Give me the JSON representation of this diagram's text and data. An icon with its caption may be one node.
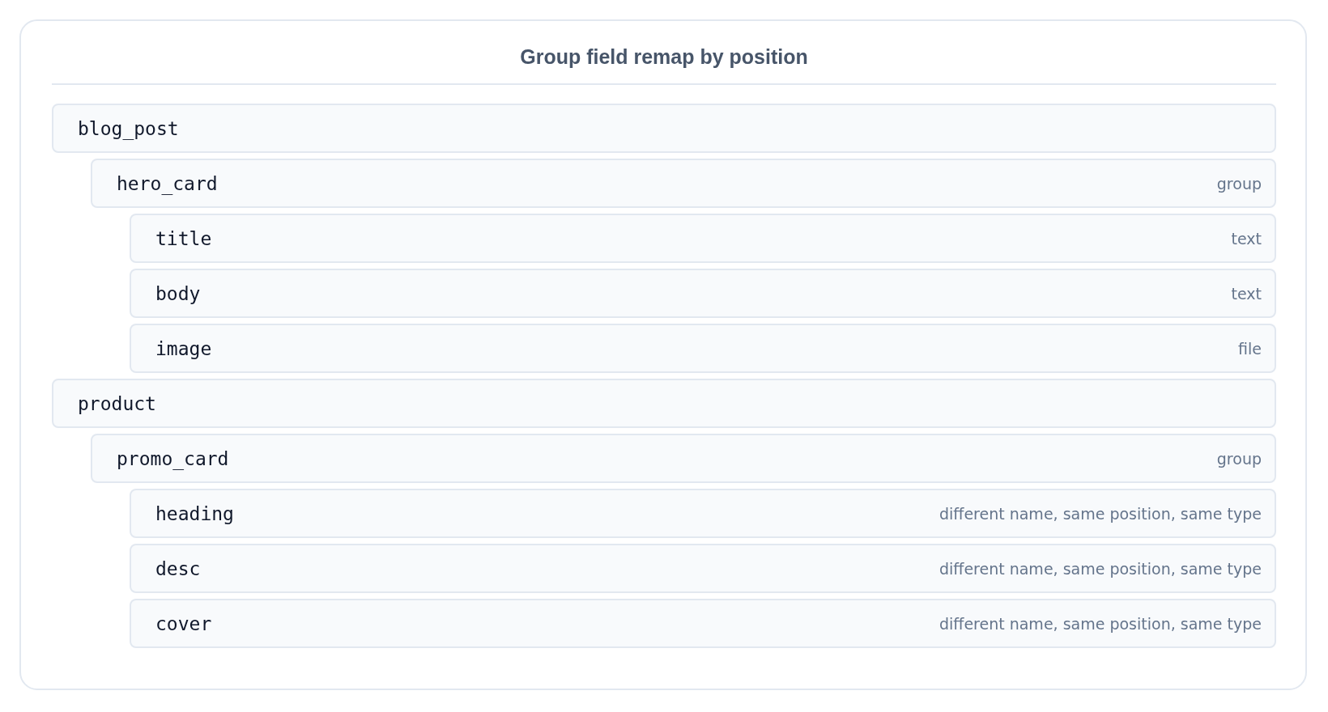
{
  "diagram": {
    "title": "Group field remap by position",
    "nodes": [
      {
        "text": [
          "blog_post"
        ]
      },
      {
        "text": [
          "hero_card",
          "group"
        ]
      },
      {
        "text": [
          "title",
          "text"
        ]
      },
      {
        "text": [
          "body",
          "text"
        ]
      },
      {
        "text": [
          "image",
          "file"
        ]
      },
      {
        "text": [
          "product"
        ]
      },
      {
        "text": [
          "promo_card",
          "group"
        ]
      },
      {
        "text": [
          "heading",
          "different name, same position, same type"
        ]
      },
      {
        "text": [
          "desc",
          "different name, same position, same type"
        ]
      },
      {
        "text": [
          "cover",
          "different name, same position, same type"
        ]
      }
    ],
    "edges": []
  }
}
